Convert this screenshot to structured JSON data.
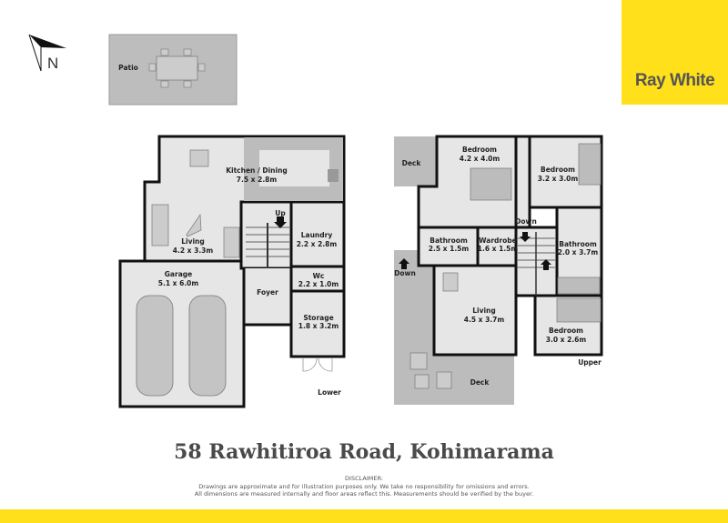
{
  "brand": {
    "name": "Ray White",
    "color": "#ffe01b"
  },
  "compass": {
    "label": "N"
  },
  "address": "58 Rawhitiroa Road, Kohimarama",
  "disclaimer": {
    "heading": "DISCLAIMER:",
    "line1": "Drawings are approximate and for illustration purposes only. We take no responsibility for omissions and errors.",
    "line2": "All dimensions are measured internally and floor areas reflect this. Measurements should be verified by the buyer."
  },
  "patio": {
    "label": "Patio"
  },
  "lower": {
    "level": "Lower",
    "kitchen": {
      "name": "Kitchen / Dining",
      "size": "7.5 x 2.8m"
    },
    "living": {
      "name": "Living",
      "size": "4.2 x 3.3m"
    },
    "garage": {
      "name": "Garage",
      "size": "5.1 x 6.0m"
    },
    "laundry": {
      "name": "Laundry",
      "size": "2.2 x 2.8m"
    },
    "wc": {
      "name": "Wc",
      "size": "2.2 x 1.0m"
    },
    "foyer": {
      "name": "Foyer"
    },
    "storage": {
      "name": "Storage",
      "size": "1.8 x 3.2m"
    },
    "stairs": "Up"
  },
  "upper": {
    "level": "Upper",
    "deck_top": "Deck",
    "deck_bottom": "Deck",
    "bedroom1": {
      "name": "Bedroom",
      "size": "4.2 x 4.0m"
    },
    "bedroom2": {
      "name": "Bedroom",
      "size": "3.2 x 3.0m"
    },
    "bathroom1": {
      "name": "Bathroom",
      "size": "2.5 x 1.5m"
    },
    "wardrobe": {
      "name": "Wardrobe",
      "size": "1.6 x 1.5m"
    },
    "bathroom2": {
      "name": "Bathroom",
      "size": "2.0 x 3.7m"
    },
    "living": {
      "name": "Living",
      "size": "4.5 x 3.7m"
    },
    "bedroom3": {
      "name": "Bedroom",
      "size": "3.0 x 2.6m"
    },
    "stairs": "Down",
    "deck_stairs": "Down"
  }
}
